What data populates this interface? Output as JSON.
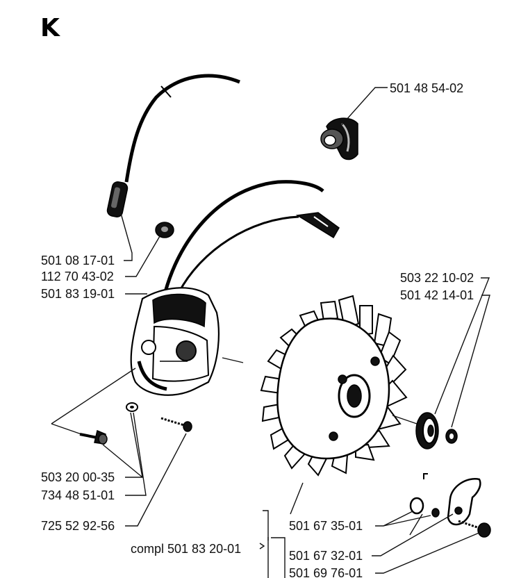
{
  "section_letter": "K",
  "labels": {
    "p_54_02": "501 48 54-02",
    "p_17_01": "501 08 17-01",
    "p_43_02": "112 70 43-02",
    "p_19_01": "501 83 19-01",
    "p_10_02": "503 22 10-02",
    "p_14_01": "501 42 14-01",
    "p_00_35": "503 20 00-35",
    "p_51_01": "734 48 51-01",
    "p_92_56": "725 52 92-56",
    "p_35_01": "501 67 35-01",
    "p_compl": "compl 501 83 20-01",
    "p_32_01": "501 67 32-01",
    "p_76_01": "501 69 76-01"
  }
}
